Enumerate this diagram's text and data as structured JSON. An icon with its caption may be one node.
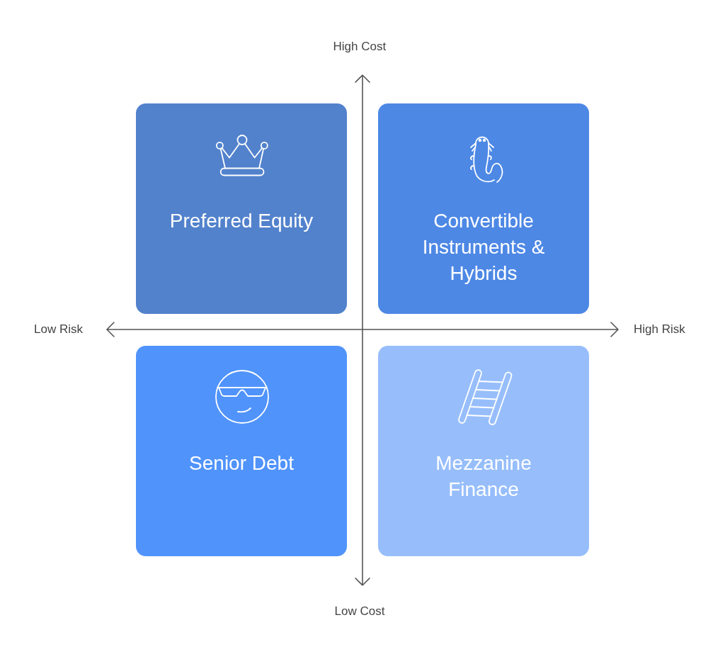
{
  "diagram": {
    "nodes": [
      {
        "text": [
          "Preferred Equity"
        ]
      },
      {
        "text": [
          "Convertible Instruments & Hybrids"
        ]
      },
      {
        "text": [
          "Senior Debt"
        ]
      },
      {
        "text": [
          "Mezzanine Finance"
        ]
      }
    ],
    "labels": [
      "High Cost",
      "Low Risk",
      "High Risk",
      "Low Cost"
    ]
  }
}
